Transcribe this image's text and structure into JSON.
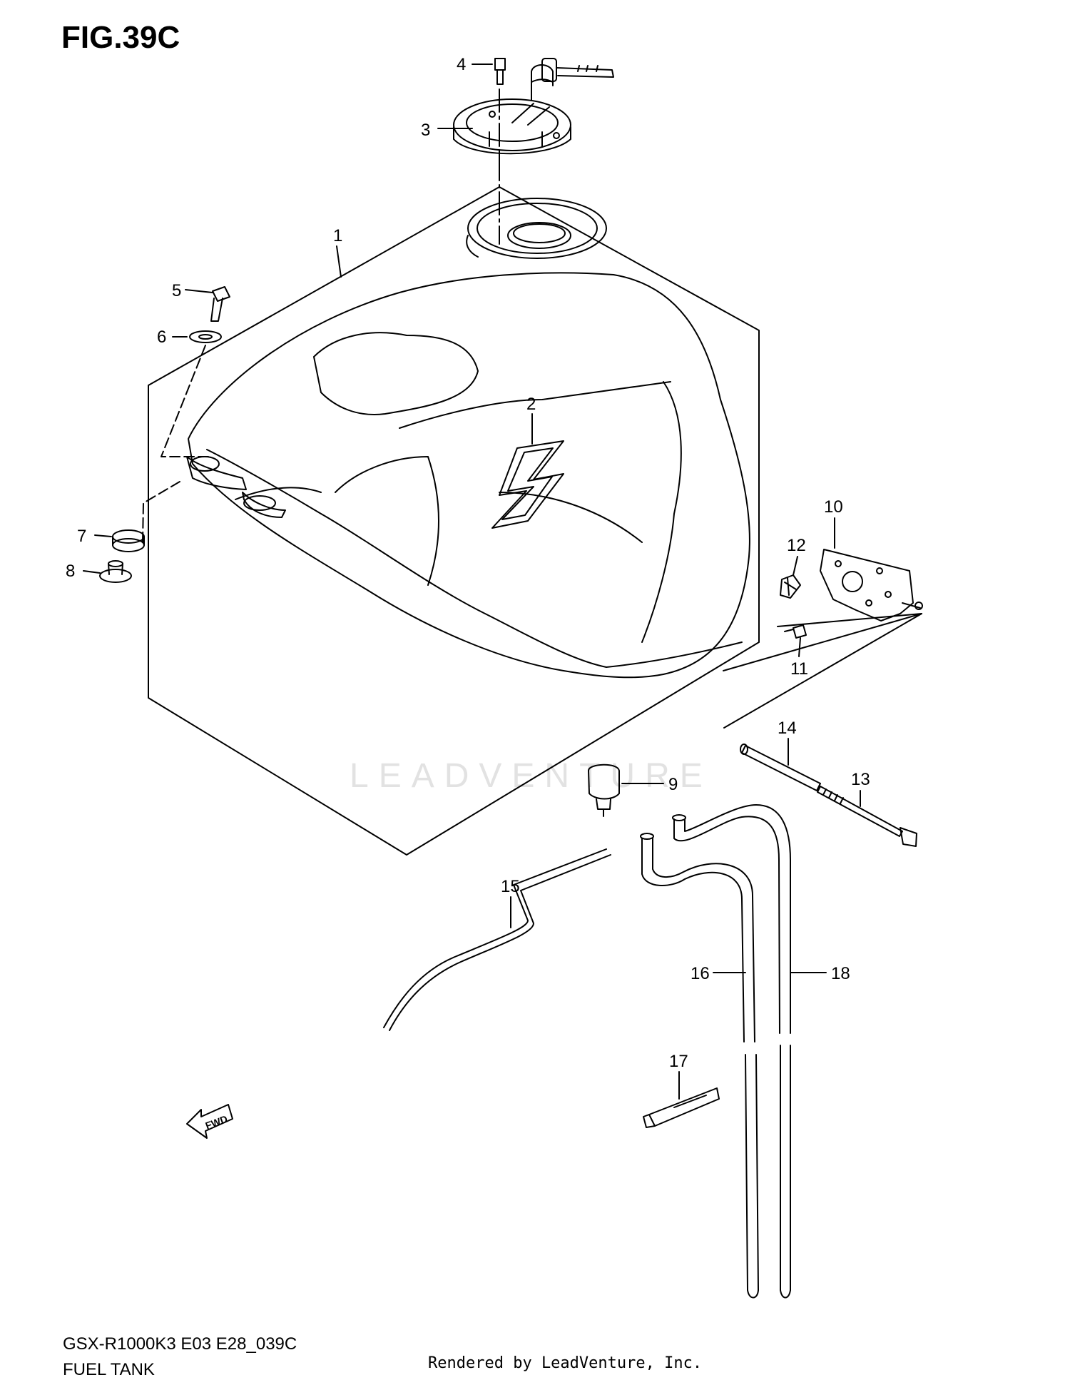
{
  "header": {
    "figure_title": "FIG.39C"
  },
  "footer": {
    "model_code": "GSX-R1000K3 E03 E28_039C",
    "section_name": "FUEL TANK",
    "rendered_by": "Rendered by LeadVenture, Inc."
  },
  "watermark": {
    "text": "LEADVENTURE"
  },
  "fwd_marker": {
    "text": "FWD"
  },
  "callouts": {
    "c1": "1",
    "c2": "2",
    "c3": "3",
    "c4": "4",
    "c5": "5",
    "c6": "6",
    "c7": "7",
    "c8": "8",
    "c9": "9",
    "c10": "10",
    "c11": "11",
    "c12": "12",
    "c13": "13",
    "c14": "14",
    "c15": "15",
    "c16": "16",
    "c17": "17",
    "c18": "18"
  }
}
